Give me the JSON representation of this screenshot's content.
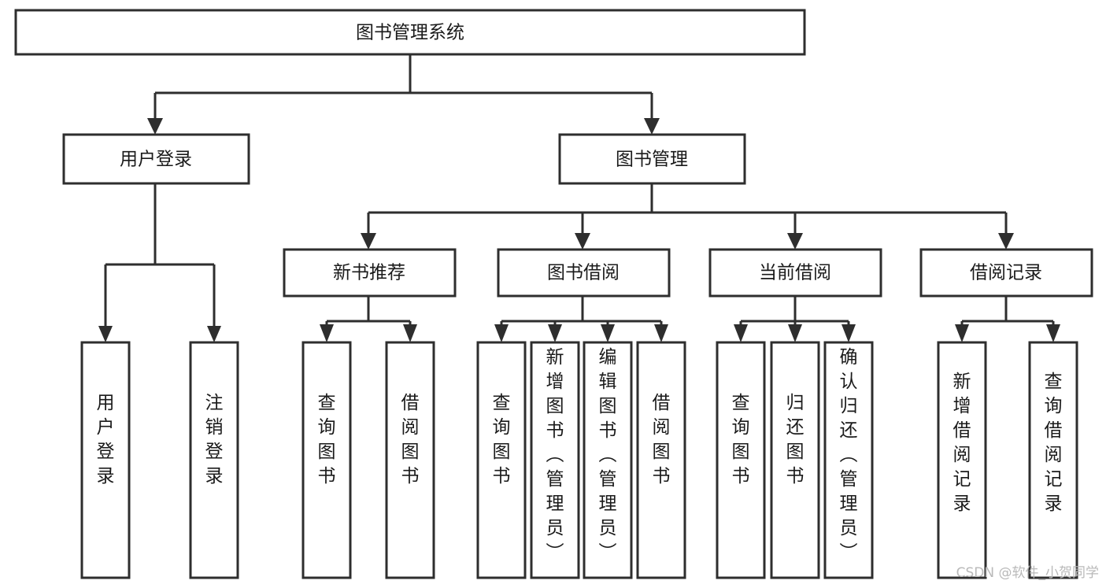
{
  "diagram": {
    "title": "图书管理系统",
    "type": "tree-hierarchy-chart",
    "root": {
      "id": "root",
      "label": "图书管理系统",
      "orientation": "horizontal"
    },
    "level2": [
      {
        "id": "user-login",
        "label": "用户登录",
        "orientation": "horizontal"
      },
      {
        "id": "book-manage",
        "label": "图书管理",
        "orientation": "horizontal"
      }
    ],
    "level3": [
      {
        "id": "new-book-recommend",
        "label": "新书推荐",
        "orientation": "horizontal",
        "parent": "book-manage"
      },
      {
        "id": "book-borrow",
        "label": "图书借阅",
        "orientation": "horizontal",
        "parent": "book-manage"
      },
      {
        "id": "current-borrow",
        "label": "当前借阅",
        "orientation": "horizontal",
        "parent": "book-manage"
      },
      {
        "id": "borrow-record",
        "label": "借阅记录",
        "orientation": "horizontal",
        "parent": "book-manage"
      }
    ],
    "leaves": [
      {
        "id": "leaf-user-login",
        "label": "用户登录",
        "orientation": "vertical",
        "parent": "user-login"
      },
      {
        "id": "leaf-user-logout",
        "label": "注销登录",
        "orientation": "vertical",
        "parent": "user-login"
      },
      {
        "id": "leaf-query-book-1",
        "label": "查询图书",
        "orientation": "vertical",
        "parent": "new-book-recommend"
      },
      {
        "id": "leaf-borrow-book-1",
        "label": "借阅图书",
        "orientation": "vertical",
        "parent": "new-book-recommend"
      },
      {
        "id": "leaf-query-book-2",
        "label": "查询图书",
        "orientation": "vertical",
        "parent": "book-borrow"
      },
      {
        "id": "leaf-add-book",
        "label": "新增图书（管理员）",
        "orientation": "vertical",
        "parent": "book-borrow"
      },
      {
        "id": "leaf-edit-book",
        "label": "编辑图书（管理员）",
        "orientation": "vertical",
        "parent": "book-borrow"
      },
      {
        "id": "leaf-borrow-book-2",
        "label": "借阅图书",
        "orientation": "vertical",
        "parent": "book-borrow"
      },
      {
        "id": "leaf-query-book-3",
        "label": "查询图书",
        "orientation": "vertical",
        "parent": "current-borrow"
      },
      {
        "id": "leaf-return-book",
        "label": "归还图书",
        "orientation": "vertical",
        "parent": "current-borrow"
      },
      {
        "id": "leaf-confirm-return",
        "label": "确认归还（管理员）",
        "orientation": "vertical",
        "parent": "current-borrow"
      },
      {
        "id": "leaf-add-record",
        "label": "新增借阅记录",
        "orientation": "vertical",
        "parent": "borrow-record"
      },
      {
        "id": "leaf-query-record",
        "label": "查询借阅记录",
        "orientation": "vertical",
        "parent": "borrow-record"
      }
    ]
  },
  "watermark": {
    "text": "CSDN @软件_小贺同学"
  },
  "colors": {
    "background": "#ffffff",
    "box_fill": "#ffffff",
    "stroke": "#2e2e2e",
    "text": "#1a1a1a",
    "watermark": "#b9b9b9"
  }
}
